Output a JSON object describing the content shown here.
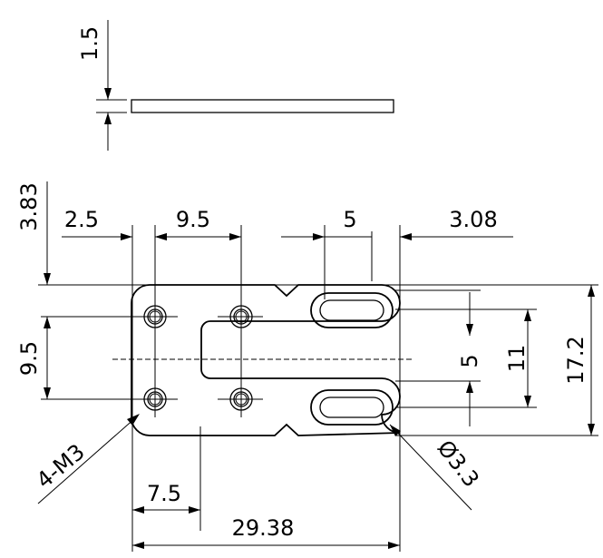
{
  "dimensions": {
    "thickness": "1.5",
    "top_offset": "3.83",
    "left_margin": "2.5",
    "hole_pitch_x": "9.5",
    "slot_width": "5",
    "right_margin": "3.08",
    "hole_pitch_y": "9.5",
    "slot_gap": "5",
    "slot_span": "11",
    "overall_height": "17.2",
    "thread_callout": "4-M3",
    "slot_diameter": "Ø3.3",
    "tongue_offset": "7.5",
    "overall_width": "29.38"
  }
}
